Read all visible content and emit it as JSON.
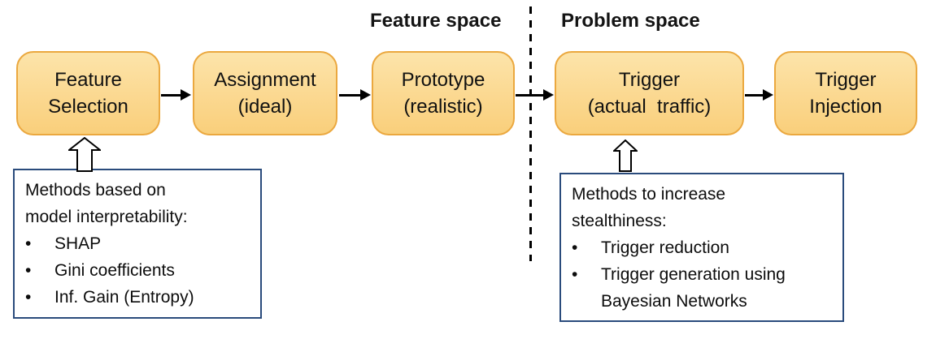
{
  "diagram": {
    "feature_space_label": "Feature space",
    "problem_space_label": "Problem space",
    "boxes": [
      {
        "label": "Feature\nSelection"
      },
      {
        "label": "Assignment\n(ideal)"
      },
      {
        "label": "Prototype\n(realistic)"
      },
      {
        "label": "Trigger\n(actual  traffic)"
      },
      {
        "label": "Trigger\nInjection"
      }
    ],
    "notes": {
      "bullet_char": "•",
      "left": {
        "title": "Methods based on\nmodel interpretability:",
        "bullets": [
          "SHAP",
          "Gini coefficients",
          "Inf. Gain (Entropy)"
        ]
      },
      "right": {
        "title": "Methods to increase\nstealthiness:",
        "bullets": [
          "Trigger reduction",
          "Trigger generation using\nBayesian Networks"
        ]
      }
    },
    "colors": {
      "box_fill_top": "#FCE4AA",
      "box_fill_bottom": "#F9CF7B",
      "box_border": "#EBA83F",
      "note_border": "#2A4B7C",
      "line": "#000000"
    }
  }
}
